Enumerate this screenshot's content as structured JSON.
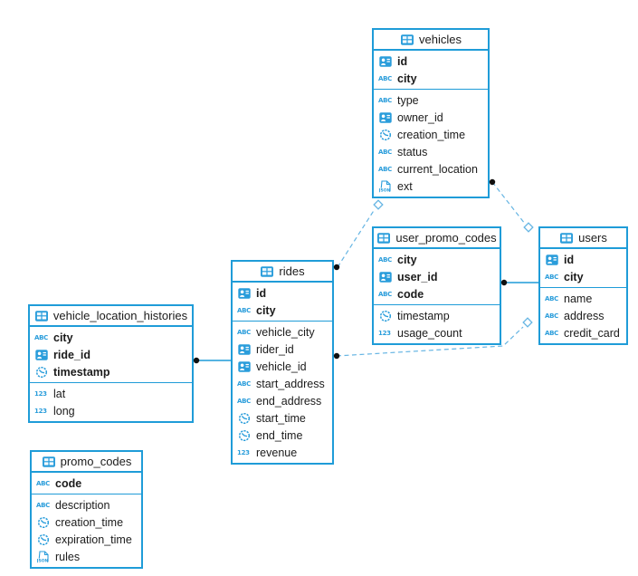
{
  "icon_glyphs": {
    "abc": "ABC",
    "num": "123",
    "json": "JSON"
  },
  "colors": {
    "table_border": "#1f9cd8",
    "icon_blue": "#2a9ddb",
    "relation_dashed": "#66b5e3",
    "text": "#1b1b1b",
    "background": "#ffffff"
  },
  "tables": {
    "vehicles": {
      "title": "vehicles",
      "pk": [
        {
          "name": "id",
          "type": "id"
        },
        {
          "name": "city",
          "type": "text"
        }
      ],
      "fields": [
        {
          "name": "type",
          "type": "text"
        },
        {
          "name": "owner_id",
          "type": "id"
        },
        {
          "name": "creation_time",
          "type": "timestamp"
        },
        {
          "name": "status",
          "type": "text"
        },
        {
          "name": "current_location",
          "type": "text"
        },
        {
          "name": "ext",
          "type": "json"
        }
      ]
    },
    "user_promo_codes": {
      "title": "user_promo_codes",
      "pk": [
        {
          "name": "city",
          "type": "text"
        },
        {
          "name": "user_id",
          "type": "id"
        },
        {
          "name": "code",
          "type": "text"
        }
      ],
      "fields": [
        {
          "name": "timestamp",
          "type": "timestamp"
        },
        {
          "name": "usage_count",
          "type": "number"
        }
      ]
    },
    "users": {
      "title": "users",
      "pk": [
        {
          "name": "id",
          "type": "id"
        },
        {
          "name": "city",
          "type": "text"
        }
      ],
      "fields": [
        {
          "name": "name",
          "type": "text"
        },
        {
          "name": "address",
          "type": "text"
        },
        {
          "name": "credit_card",
          "type": "text"
        }
      ]
    },
    "rides": {
      "title": "rides",
      "pk": [
        {
          "name": "id",
          "type": "id"
        },
        {
          "name": "city",
          "type": "text"
        }
      ],
      "fields": [
        {
          "name": "vehicle_city",
          "type": "text"
        },
        {
          "name": "rider_id",
          "type": "id"
        },
        {
          "name": "vehicle_id",
          "type": "id"
        },
        {
          "name": "start_address",
          "type": "text"
        },
        {
          "name": "end_address",
          "type": "text"
        },
        {
          "name": "start_time",
          "type": "timestamp"
        },
        {
          "name": "end_time",
          "type": "timestamp"
        },
        {
          "name": "revenue",
          "type": "number"
        }
      ]
    },
    "vehicle_location_histories": {
      "title": "vehicle_location_histories",
      "pk": [
        {
          "name": "city",
          "type": "text"
        },
        {
          "name": "ride_id",
          "type": "id"
        },
        {
          "name": "timestamp",
          "type": "timestamp"
        }
      ],
      "fields": [
        {
          "name": "lat",
          "type": "number"
        },
        {
          "name": "long",
          "type": "number"
        }
      ]
    },
    "promo_codes": {
      "title": "promo_codes",
      "pk": [
        {
          "name": "code",
          "type": "text"
        }
      ],
      "fields": [
        {
          "name": "description",
          "type": "text"
        },
        {
          "name": "creation_time",
          "type": "timestamp"
        },
        {
          "name": "expiration_time",
          "type": "timestamp"
        },
        {
          "name": "rules",
          "type": "json"
        }
      ]
    }
  },
  "relationships": [
    {
      "from": "rides",
      "to": "vehicles",
      "style": "dashed"
    },
    {
      "from": "vehicles",
      "to": "users",
      "style": "dashed"
    },
    {
      "from": "rides",
      "to": "users",
      "style": "dashed"
    },
    {
      "from": "user_promo_codes",
      "to": "users",
      "style": "solid"
    },
    {
      "from": "vehicle_location_histories",
      "to": "rides",
      "style": "solid"
    }
  ]
}
